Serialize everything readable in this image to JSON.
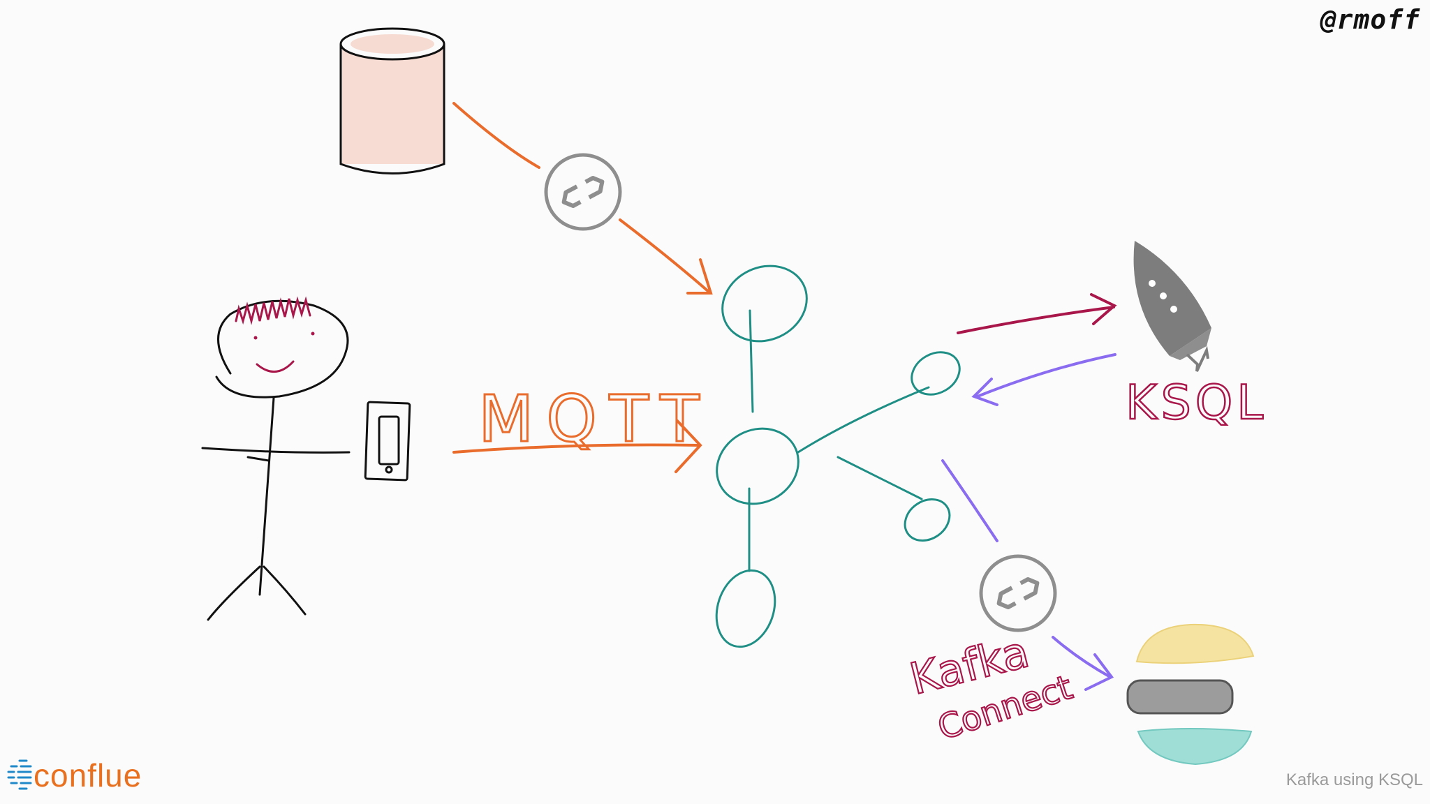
{
  "handle": "@rmoff",
  "brand": {
    "logo_text": "conflue",
    "accent": "#e8701e"
  },
  "footer": {
    "title": "Kafka using KSQL"
  },
  "labels": {
    "mqtt": "MQTT",
    "ksql": "KSQL",
    "kafka_connect_line1": "Kafka",
    "kafka_connect_line2": "Connect"
  },
  "colors": {
    "orange": "#ea6c2c",
    "teal": "#1f8f86",
    "crimson": "#a8164a",
    "purple": "#8a6cf0",
    "gray": "#8e8e8e",
    "ink": "#111111"
  },
  "icons": [
    "database-icon",
    "connector-icon",
    "rocket-icon",
    "phone-icon",
    "stacked-bars-icon"
  ]
}
